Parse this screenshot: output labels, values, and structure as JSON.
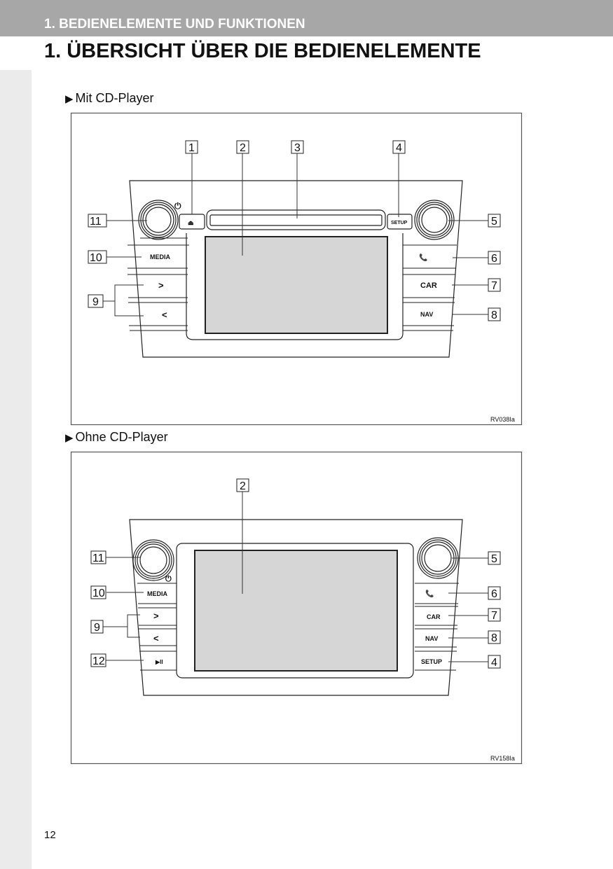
{
  "header": {
    "chapter": "1. BEDIENELEMENTE UND FUNKTIONEN",
    "title": "1. ÜBERSICHT ÜBER DIE BEDIENELEMENTE"
  },
  "sections": [
    {
      "marker": "▶",
      "label": "Mit CD-Player"
    },
    {
      "marker": "▶",
      "label": "Ohne CD-Player"
    }
  ],
  "figure1": {
    "code": "RV038Ia",
    "callouts": [
      "1",
      "2",
      "3",
      "4",
      "5",
      "6",
      "7",
      "8",
      "9",
      "10",
      "11"
    ],
    "buttons": {
      "eject": "⏏",
      "setup": "SETUP",
      "media": "MEDIA",
      "next": ">",
      "prev": "<",
      "phone": "📞",
      "car": "CAR",
      "nav": "NAV",
      "power": "⏻"
    }
  },
  "figure2": {
    "code": "RV158Ia",
    "callouts": [
      "2",
      "11",
      "10",
      "9",
      "12",
      "5",
      "6",
      "7",
      "8",
      "4"
    ],
    "buttons": {
      "media": "MEDIA",
      "next": ">",
      "prev": "<",
      "playpause": "▶II",
      "phone": "📞",
      "car": "CAR",
      "nav": "NAV",
      "setup": "SETUP",
      "power": "⏻"
    }
  },
  "page_number": "12"
}
